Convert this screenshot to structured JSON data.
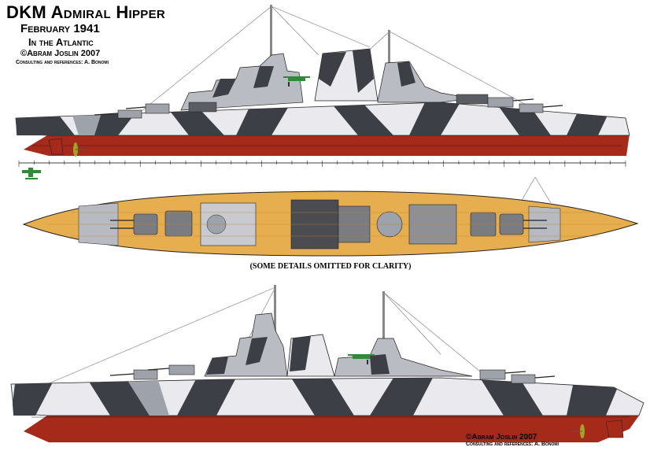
{
  "title": {
    "line1": "DKM Admiral Hipper",
    "line2": "February 1941",
    "line3": "In the Atlantic",
    "line4": "©Abram Joslin 2007",
    "line5": "Consulting and references: A. Bonomi"
  },
  "caption": "(SOME DETAILS OMITTED FOR CLARITY)",
  "credit": {
    "line1": "©Abram Joslin 2007",
    "line2": "Consulting and references: A. Bonomi"
  },
  "colors": {
    "hull_red": "#a52a1a",
    "deck_tan": "#e7ae50",
    "camo_dark": "#3c3f45",
    "camo_light": "#e9e9ee",
    "camo_mid": "#9ea2aa",
    "aircraft_green": "#2f8a3c",
    "propeller": "#a3a32a"
  },
  "views": [
    "starboard-profile",
    "top-plan",
    "port-profile"
  ]
}
